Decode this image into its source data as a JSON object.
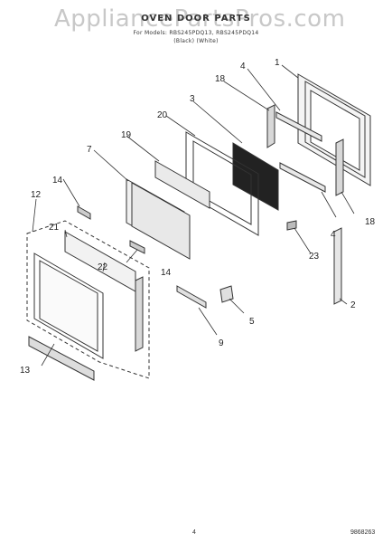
{
  "watermark": "AppliancePartsPros.com",
  "header": {
    "title": "OVEN DOOR PARTS",
    "models": "For Models: RBS245PDQ13, RBS245PDQ14",
    "color": "(Black)          (White)"
  },
  "callouts": [
    "1",
    "2",
    "3",
    "4",
    "4",
    "5",
    "7",
    "9",
    "12",
    "13",
    "14",
    "14",
    "18",
    "18",
    "19",
    "20",
    "21",
    "22",
    "23"
  ],
  "footer": {
    "page_number": "4",
    "doc_number": "9868263"
  }
}
